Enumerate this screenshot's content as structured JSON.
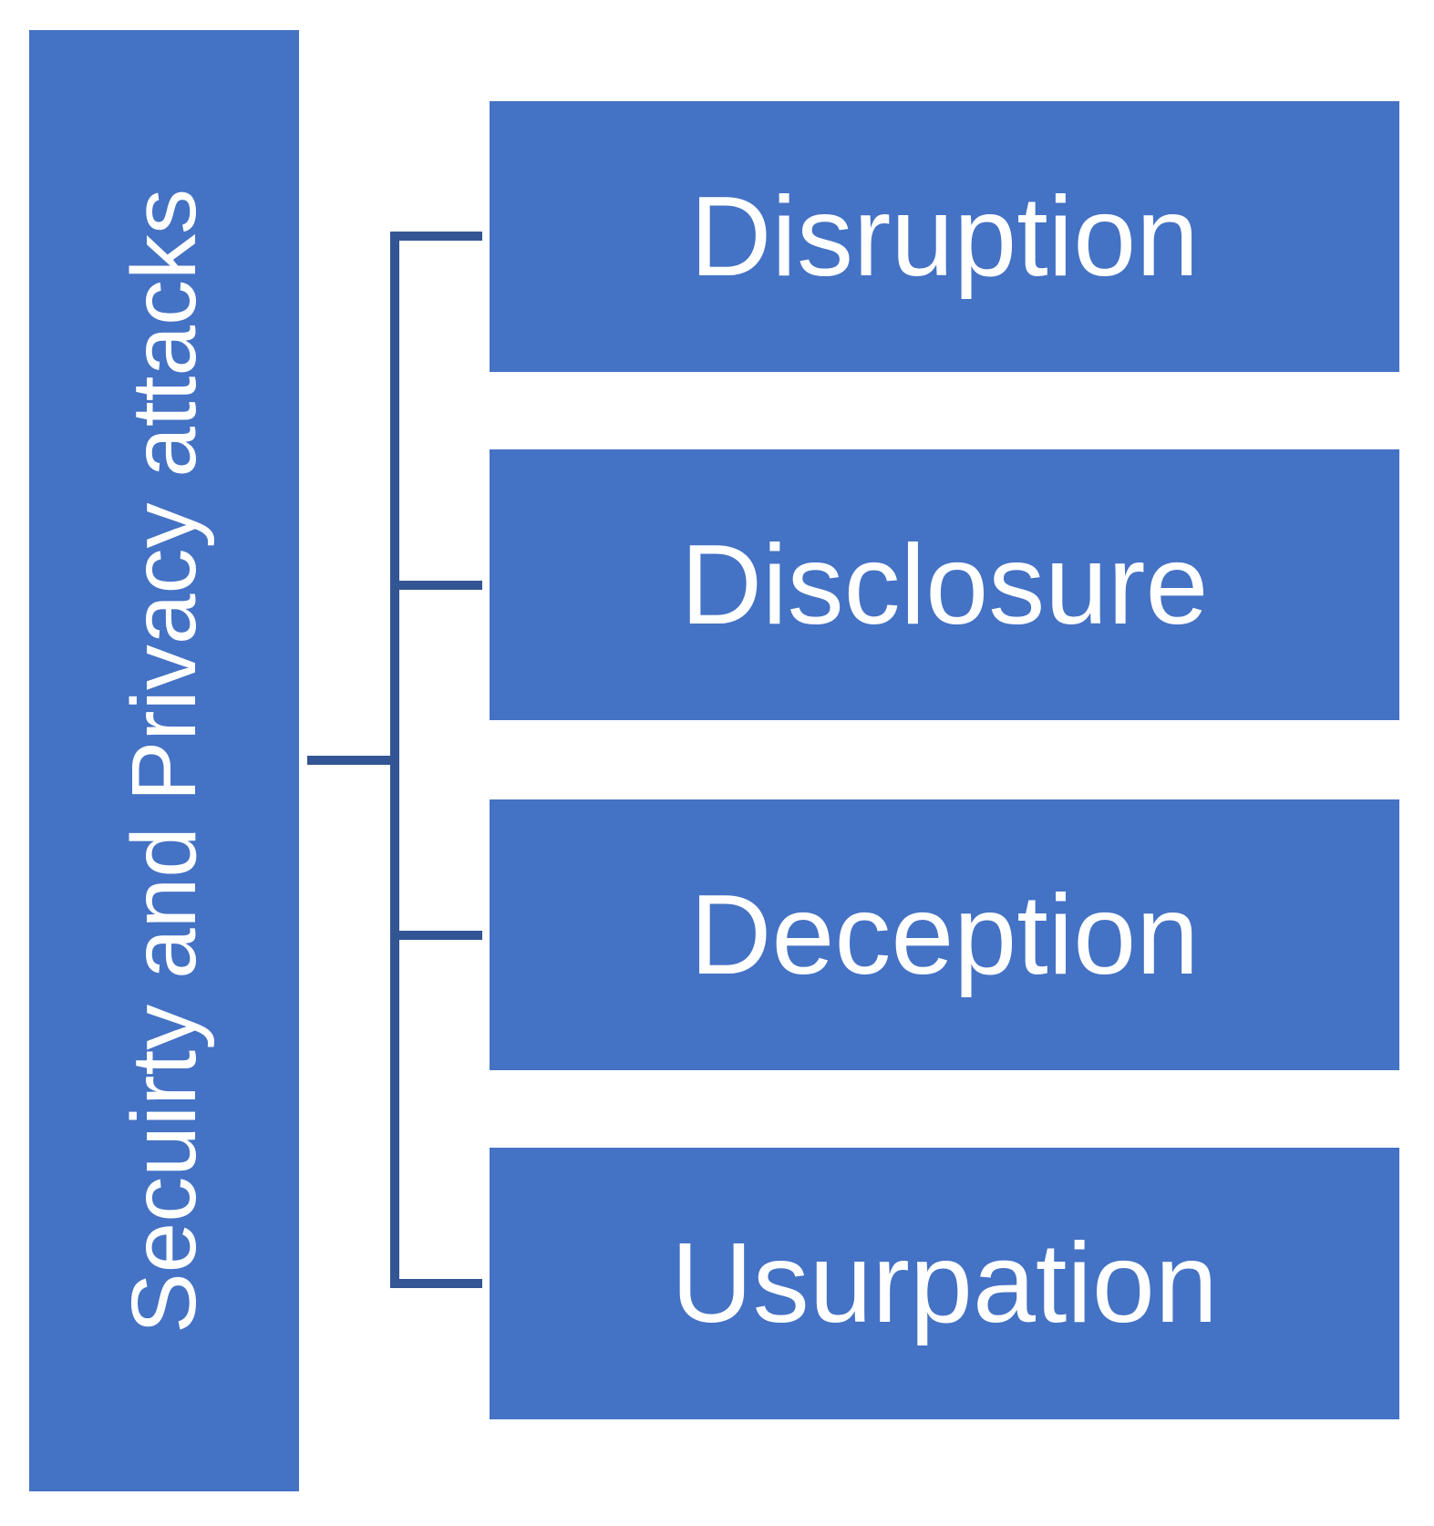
{
  "diagram": {
    "type": "hierarchy-list",
    "root": {
      "label": "Secuirty and Privacy attacks"
    },
    "nodes": [
      {
        "label": "Disruption"
      },
      {
        "label": "Disclosure"
      },
      {
        "label": "Deception"
      },
      {
        "label": "Usurpation"
      }
    ],
    "colors": {
      "node_fill": "#4472C4",
      "connector": "#335593",
      "text": "#FFFFFF",
      "background": "#FFFFFF"
    }
  }
}
